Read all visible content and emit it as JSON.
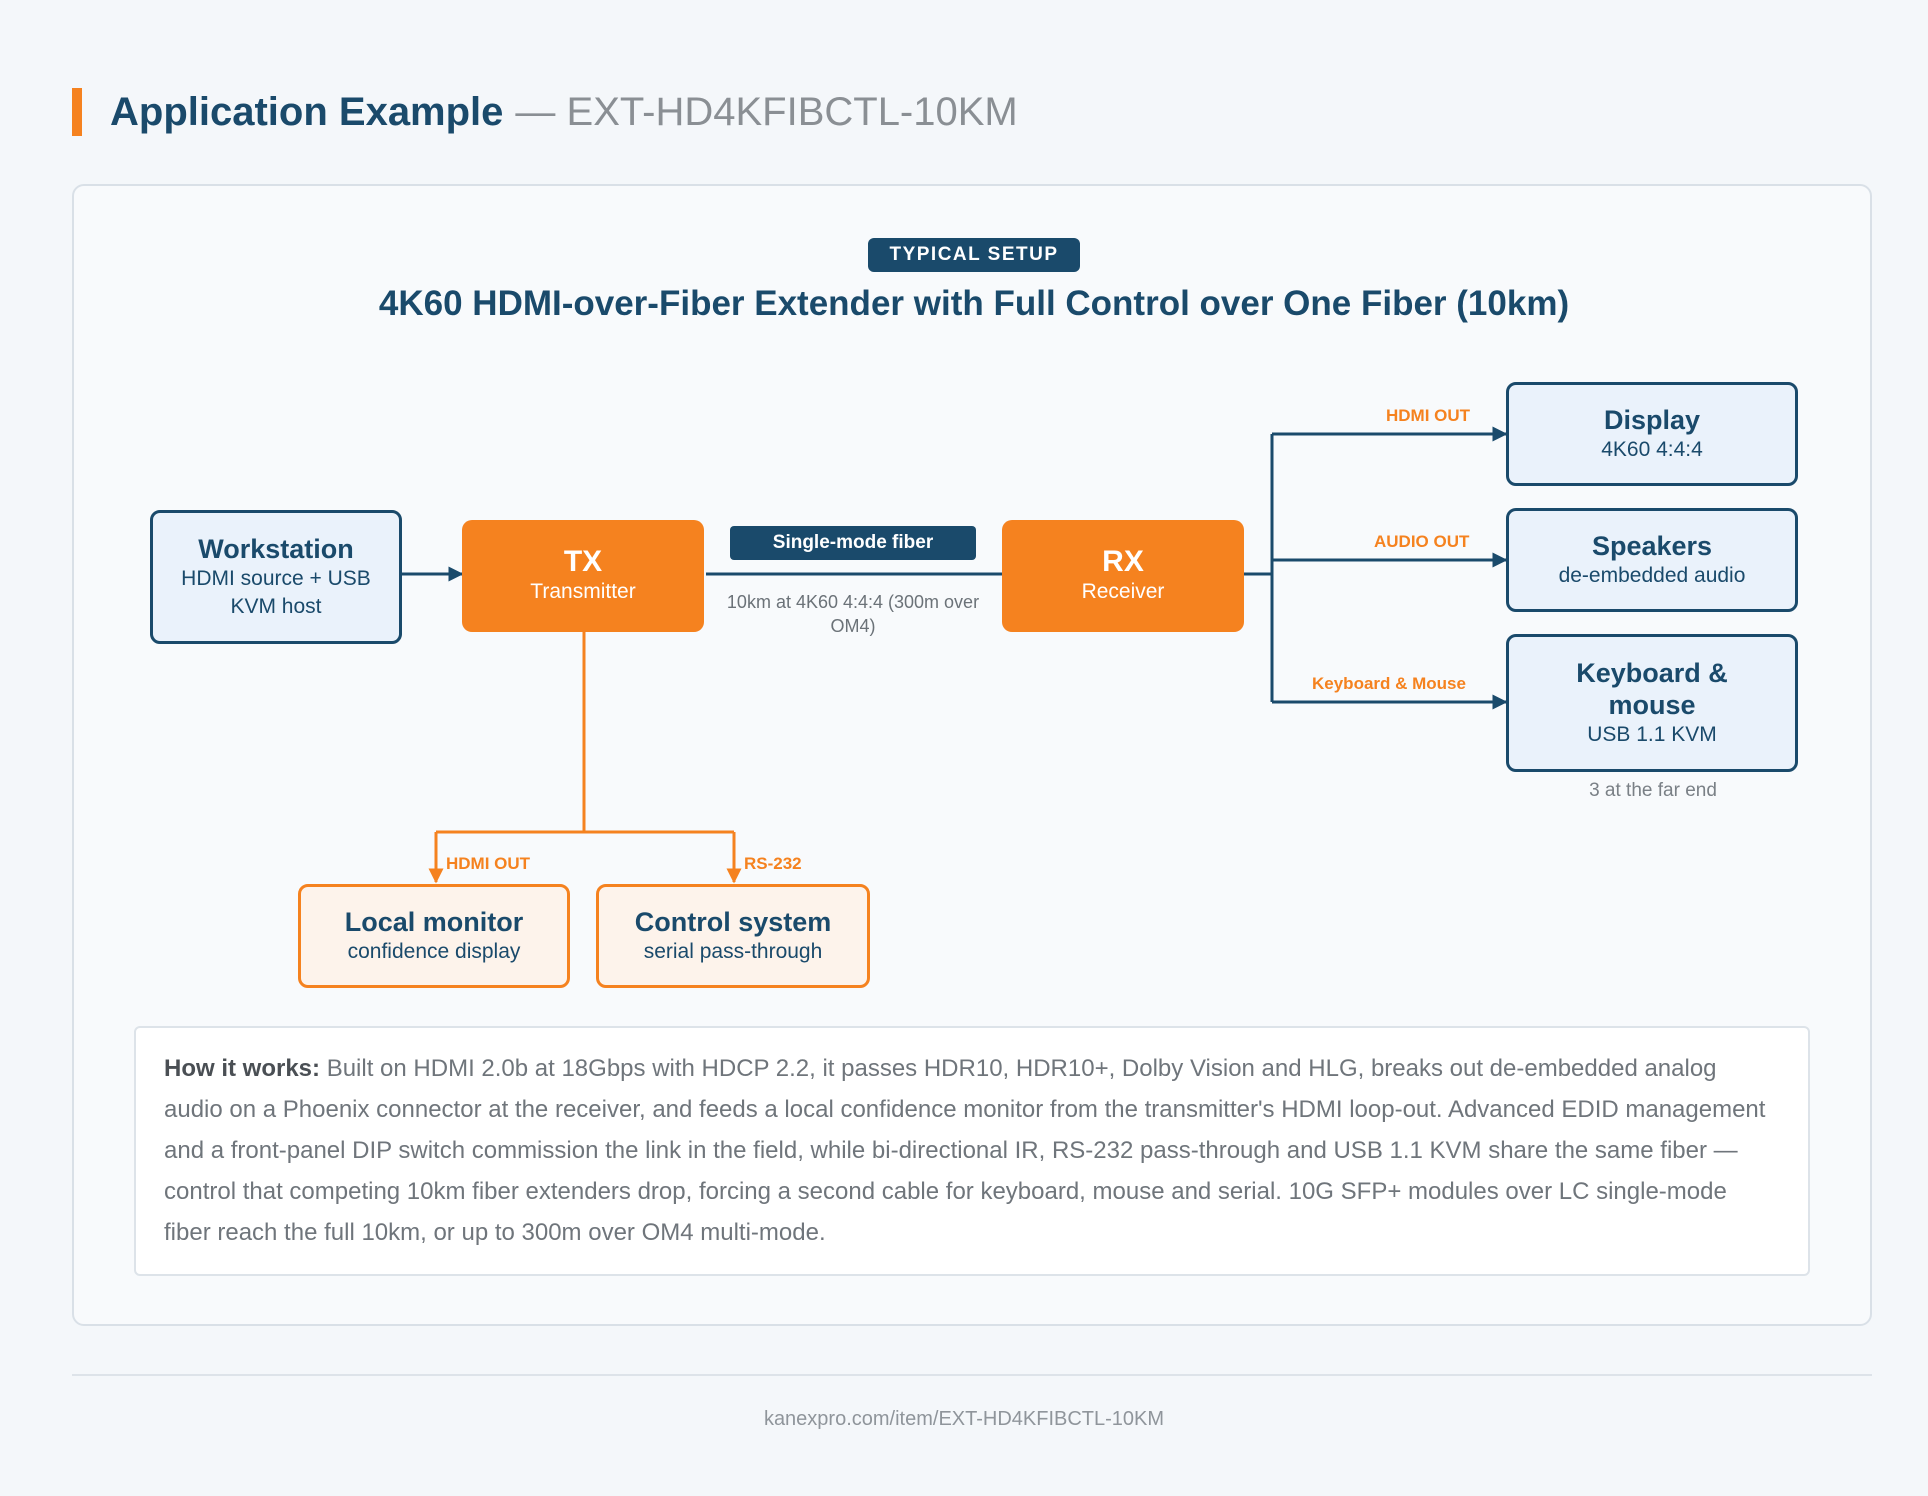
{
  "header": {
    "title": "Application Example",
    "subtitle": "— EXT-HD4KFIBCTL-10KM"
  },
  "diagram": {
    "badge": "TYPICAL SETUP",
    "title": "4K60 HDMI-over-Fiber Extender with Full Control over One Fiber (10km)",
    "nodes": {
      "workstation": {
        "title": "Workstation",
        "sub": "HDMI source + USB KVM host"
      },
      "tx": {
        "title": "TX",
        "sub": "Transmitter"
      },
      "rx": {
        "title": "RX",
        "sub": "Receiver"
      },
      "display": {
        "title": "Display",
        "sub": "4K60 4:4:4"
      },
      "speakers": {
        "title": "Speakers",
        "sub": "de-embedded audio"
      },
      "keyboard": {
        "title": "Keyboard & mouse",
        "sub": "USB 1.1 KVM"
      },
      "local_monitor": {
        "title": "Local monitor",
        "sub": "confidence display"
      },
      "control_system": {
        "title": "Control system",
        "sub": "serial pass-through"
      }
    },
    "fiber": {
      "label": "Single-mode fiber",
      "note": "10km at 4K60 4:4:4 (300m over OM4)"
    },
    "port_labels": {
      "rx_hdmi_out": "HDMI OUT",
      "rx_audio_out": "AUDIO OUT",
      "rx_kvm": "Keyboard & Mouse",
      "tx_hdmi_out": "HDMI OUT",
      "tx_rs232": "RS-232"
    },
    "far_end_note": "3 at the far end",
    "colors": {
      "navy": "#1a4a6b",
      "orange": "#f5821f",
      "light_blue_fill": "#eaf2fb",
      "light_orange_fill": "#fdf3eb"
    }
  },
  "how_it_works": {
    "lead": "How it works:",
    "body": "Built on HDMI 2.0b at 18Gbps with HDCP 2.2, it passes HDR10, HDR10+, Dolby Vision and HLG, breaks out de-embedded analog audio on a Phoenix connector at the receiver, and feeds a local confidence monitor from the transmitter's HDMI loop-out. Advanced EDID management and a front-panel DIP switch commission the link in the field, while bi-directional IR, RS-232 pass-through and USB 1.1 KVM share the same fiber — control that competing 10km fiber extenders drop, forcing a second cable for keyboard, mouse and serial. 10G SFP+ modules over LC single-mode fiber reach the full 10km, or up to 300m over OM4 multi-mode."
  },
  "footer": {
    "url": "kanexpro.com/item/EXT-HD4KFIBCTL-10KM"
  }
}
